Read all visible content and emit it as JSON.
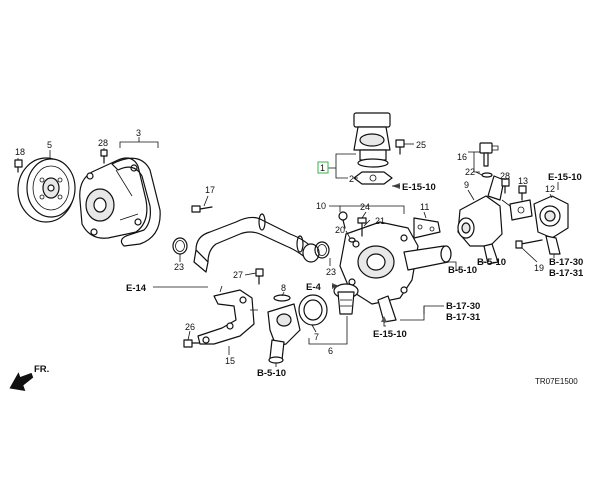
{
  "part_numbers": {
    "p1": "1",
    "p2": "2",
    "p3": "3",
    "p5": "5",
    "p6": "6",
    "p7": "7",
    "p8": "8",
    "p9": "9",
    "p10": "10",
    "p11": "11",
    "p12": "12",
    "p13": "13",
    "p15": "15",
    "p16": "16",
    "p17": "17",
    "p18": "18",
    "p19": "19",
    "p20": "20",
    "p21": "21",
    "p22": "22",
    "p23a": "23",
    "p23b": "23",
    "p24": "24",
    "p25": "25",
    "p26": "26",
    "p27": "27",
    "p28a": "28",
    "p28b": "28"
  },
  "references": {
    "e15_10_top": "E-15-10",
    "e15_10_right": "E-15-10",
    "e15_10_bottom": "E-15-10",
    "e14": "E-14",
    "e4": "E-4",
    "b5_10_center": "B-5-10",
    "b5_10_right": "B-5-10",
    "b5_10_bottom": "B-5-10",
    "b17_30_center": "B-17-30",
    "b17_31_center": "B-17-31",
    "b17_30_right": "B-17-30",
    "b17_31_right": "B-17-31"
  },
  "front_marker": "FR.",
  "diagram_code": "TR07E1500",
  "colors": {
    "line": "#111111",
    "highlight": "#39b54a",
    "background": "#ffffff"
  }
}
